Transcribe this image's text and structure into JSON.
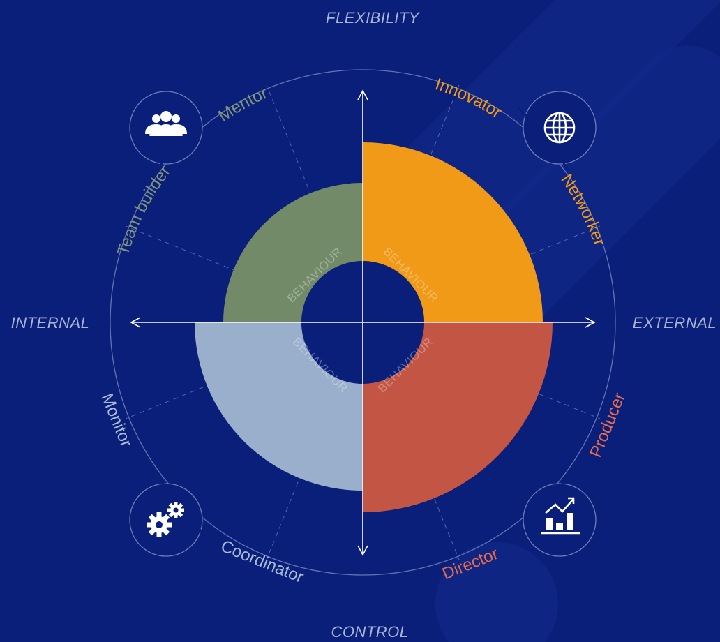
{
  "axes": {
    "top": "FLEXIBILITY",
    "bottom": "CONTROL",
    "left": "INTERNAL",
    "right": "EXTERNAL"
  },
  "roles": {
    "mentor": "Mentor",
    "innovator": "Innovator",
    "networker": "Networker",
    "producer": "Producer",
    "director": "Director",
    "coordinator": "Coordinator",
    "monitor": "Monitor",
    "team_builder": "Team builder"
  },
  "ring_label": "BEHAVIOUR",
  "icons": [
    "team-icon",
    "globe-icon",
    "gears-icon",
    "growth-chart-icon"
  ],
  "colors": {
    "background": "#0a1f7a",
    "green": "#738a68",
    "orange": "#f19a17",
    "light_blue": "#99afcc",
    "red": "#c35545",
    "mentor_text": "#7f937a",
    "team_builder_text": "#7f937a",
    "innovator_text": "#f19a17",
    "networker_text": "#f19a17",
    "producer_text": "#e66a4f",
    "director_text": "#e66a4f",
    "coordinator_text": "#a9bbd6",
    "monitor_text": "#a9bbd6"
  }
}
